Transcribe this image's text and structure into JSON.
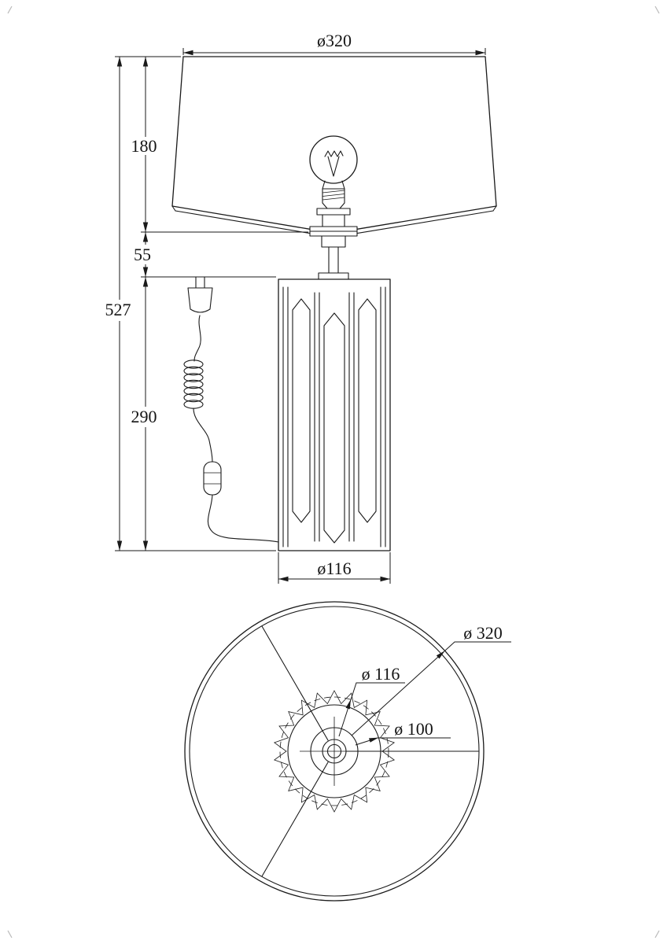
{
  "colors": {
    "background": "#ffffff",
    "line": "#1a1a1a"
  },
  "front_view": {
    "dims": {
      "shade_diameter": "ø320",
      "shade_height": "180",
      "neck_height": "55",
      "total_height": "527",
      "base_height": "290",
      "base_diameter": "ø116"
    }
  },
  "bottom_view": {
    "dims": {
      "shade_diameter": "ø 320",
      "base_diameter": "ø 116",
      "hub_diameter": "ø 100"
    }
  }
}
